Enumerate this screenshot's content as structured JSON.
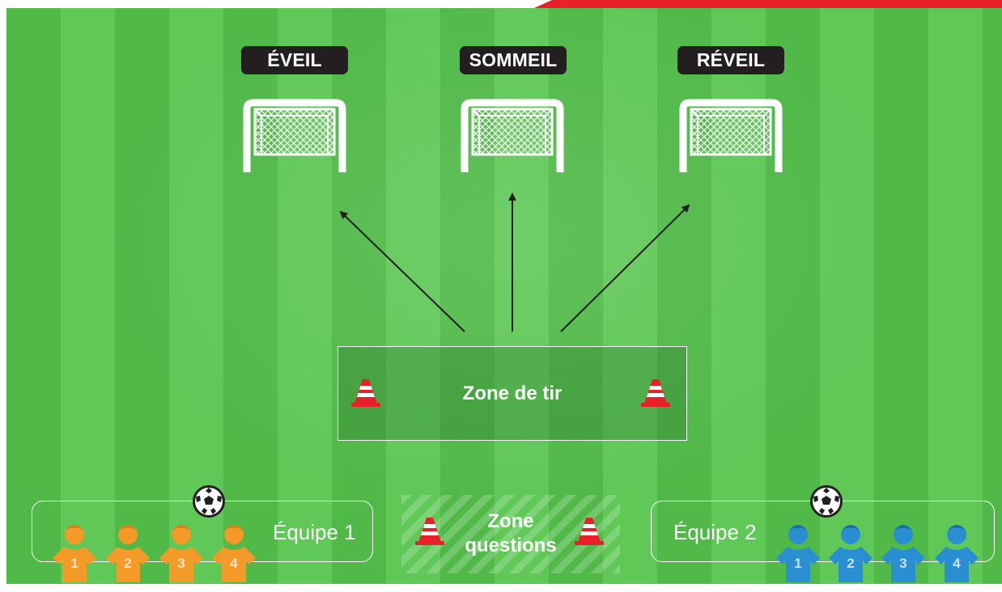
{
  "goals": [
    {
      "label": "ÉVEIL"
    },
    {
      "label": "SOMMEIL"
    },
    {
      "label": "RÉVEIL"
    }
  ],
  "zone_tir": {
    "label": "Zone de tir"
  },
  "zone_questions": {
    "line1": "Zone",
    "line2": "questions"
  },
  "teams": [
    {
      "label": "Équipe 1",
      "color": "#f39a28",
      "players": [
        "1",
        "2",
        "3",
        "4"
      ]
    },
    {
      "label": "Équipe 2",
      "color": "#2a8fd0",
      "players": [
        "1",
        "2",
        "3",
        "4"
      ]
    }
  ],
  "colors": {
    "pitch_light": "#5fc857",
    "pitch_dark": "#50b948",
    "label_bg": "#231f20",
    "accent_red": "#e8202a",
    "arrow": "#231f20"
  },
  "icons": {
    "goal": "goal-net-icon",
    "cone": "traffic-cone-icon",
    "ball": "soccer-ball-icon",
    "player": "player-jersey-icon"
  }
}
